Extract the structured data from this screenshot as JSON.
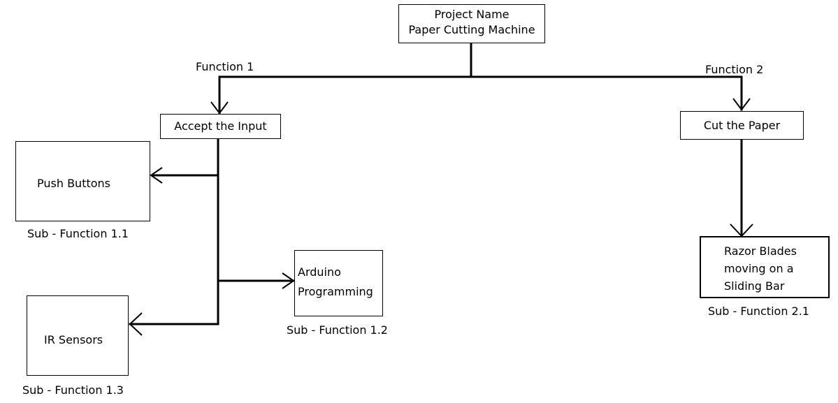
{
  "project": {
    "line1": "Project Name",
    "line2": "Paper Cutting Machine"
  },
  "function1": {
    "label": "Function 1",
    "box": "Accept the Input",
    "subs": [
      {
        "box": "Push Buttons",
        "label": "Sub - Function 1.1"
      },
      {
        "box": "Arduino\nProgramming",
        "label": "Sub - Function 1.2"
      },
      {
        "box": "IR Sensors",
        "label": "Sub - Function 1.3"
      }
    ]
  },
  "function2": {
    "label": "Function 2",
    "box": "Cut the Paper",
    "subs": [
      {
        "box": "Razor Blades\nmoving on a\nSliding Bar",
        "label": "Sub - Function 2.1"
      }
    ]
  }
}
